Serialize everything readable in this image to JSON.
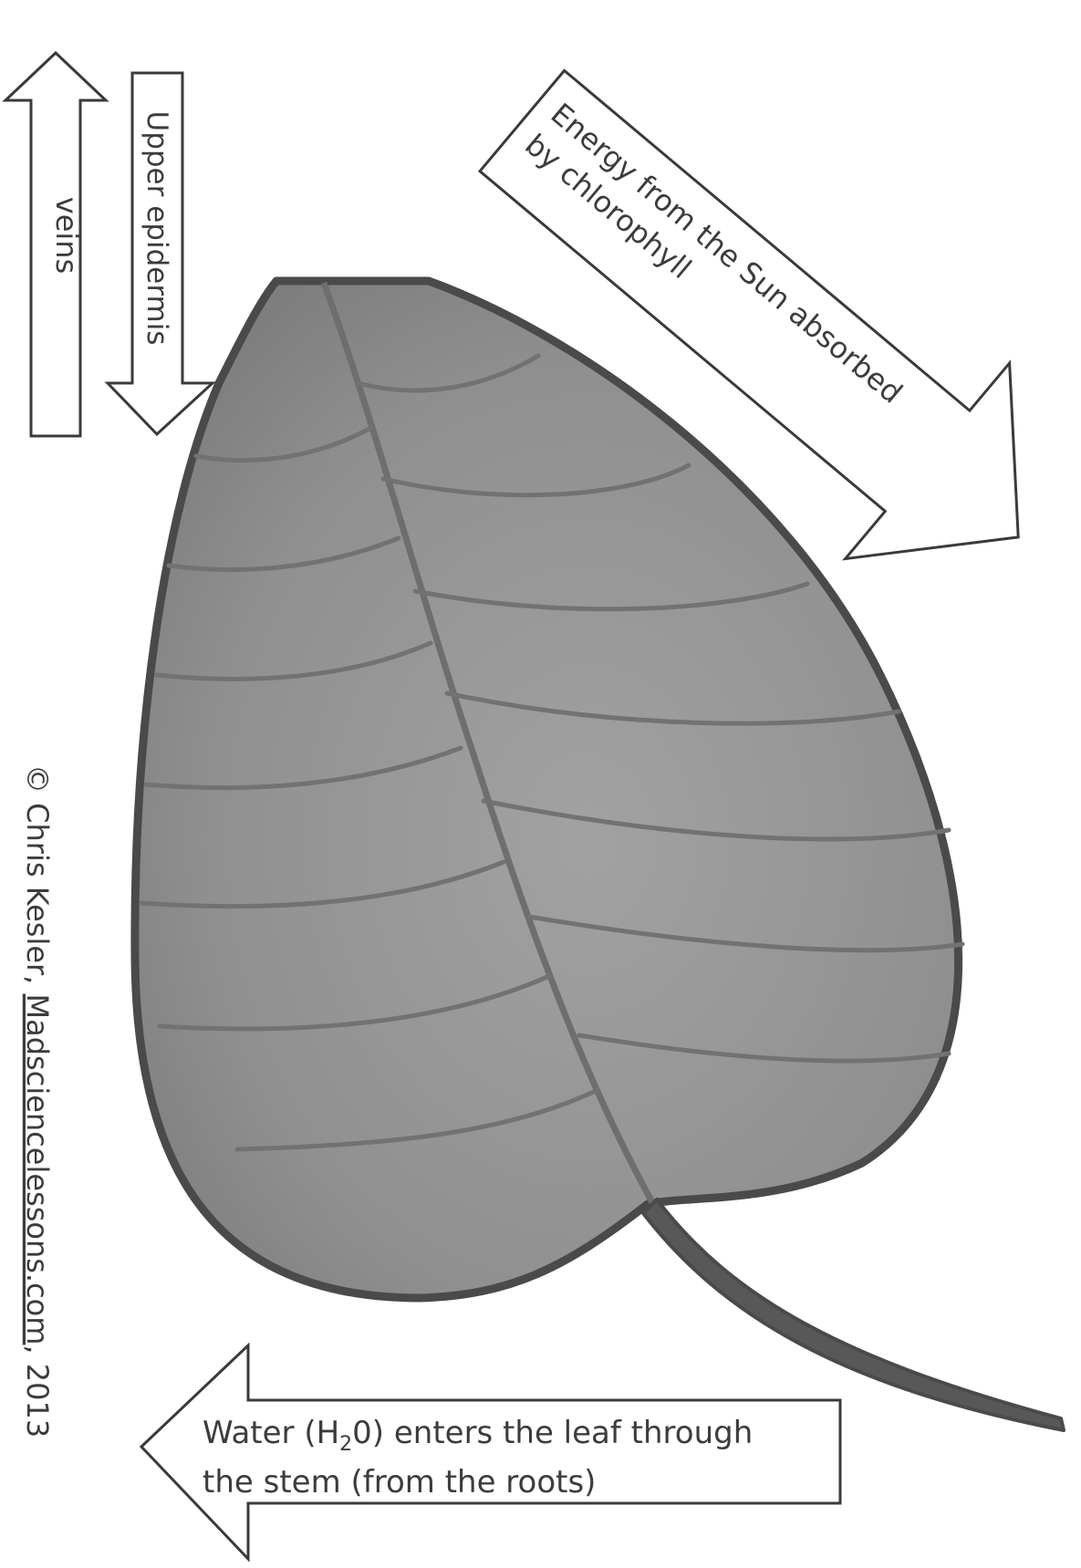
{
  "diagram": {
    "labels": {
      "veins": "veins",
      "upper_epidermis": "Upper epidermis",
      "sun_line1": "Energy from the Sun absorbed",
      "sun_line2": "by chlorophyll",
      "water_line1_a": "Water (H",
      "water_line1_sub": "2",
      "water_line1_b": "0) enters the leaf through",
      "water_line2": "the  stem (from the roots)"
    },
    "copyright": {
      "prefix": "© Chris Kesler, ",
      "site": "Madsciencelessons.com",
      "suffix": ", 2013"
    },
    "colors": {
      "leaf_fill": "#8e8e8e",
      "leaf_outline": "#4a4a4a",
      "vein": "#6a6a6a",
      "arrow_stroke": "#3a3a3a",
      "text": "#3c3c3c"
    }
  }
}
